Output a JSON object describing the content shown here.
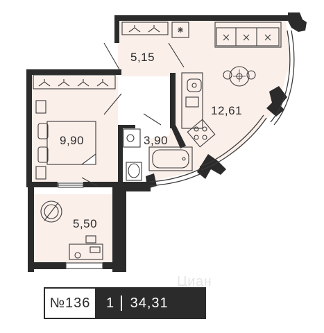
{
  "rooms": [
    {
      "name": "room-hall",
      "area": "5,15"
    },
    {
      "name": "room-kitchen-living",
      "area": "12,61"
    },
    {
      "name": "room-bedroom",
      "area": "9,90"
    },
    {
      "name": "room-bathroom",
      "area": "3,90"
    },
    {
      "name": "room-loggia",
      "area": "5,50"
    }
  ],
  "info": {
    "apartment_number": "№136",
    "rooms_count": "1",
    "total_area": "34,31"
  },
  "watermark": "Циан",
  "colors": {
    "wall": "#2b2b2b",
    "floor": "#fbefea",
    "line": "#3a3a3a"
  },
  "icons": [
    "hanger-icon",
    "sofa-icon",
    "dining-table-icon",
    "sink-icon",
    "stove-icon",
    "bathtub-icon",
    "toilet-icon",
    "bed-icon",
    "washbasin-icon",
    "wardrobe-icon",
    "armchair-icon",
    "desk-icon",
    "air-conditioner-icon"
  ]
}
